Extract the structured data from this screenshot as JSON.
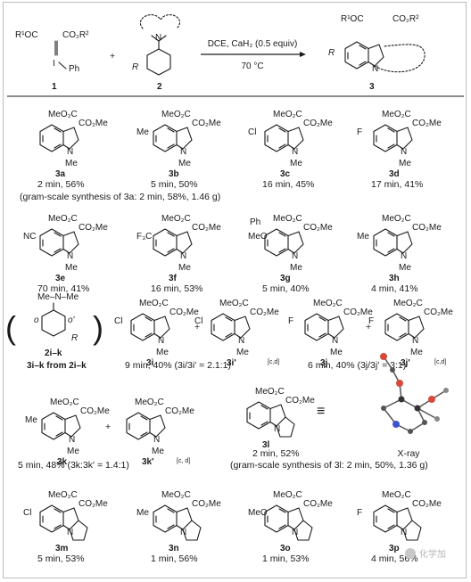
{
  "scheme": {
    "reagent1": {
      "top": "R¹OC",
      "top_right": "CO₂R²",
      "substituent": "Ph",
      "iodine": "I",
      "label": "1"
    },
    "plus": "+",
    "reagent2": {
      "atom": "N",
      "r": "R",
      "label": "2"
    },
    "conditions_top": "DCE, CaH₂ (0.5 equiv)",
    "conditions_bottom": "70 °C",
    "product": {
      "left": "R¹OC",
      "right": "CO₂R²",
      "r": "R",
      "atom": "N",
      "label": "3"
    }
  },
  "row1": [
    {
      "id": "3a",
      "caption": "2 min, 56%",
      "ester1": "MeO₂C",
      "ester2": "CO₂Me",
      "sub": ""
    },
    {
      "id": "3b",
      "caption": "5 min, 50%",
      "ester1": "MeO₂C",
      "ester2": "CO₂Me",
      "sub": "Me"
    },
    {
      "id": "3c",
      "caption": "16 min, 45%",
      "ester1": "MeO₂C",
      "ester2": "CO₂Me",
      "sub": "Cl"
    },
    {
      "id": "3d",
      "caption": "17 min, 41%",
      "ester1": "MeO₂C",
      "ester2": "CO₂Me",
      "sub": "F"
    }
  ],
  "gram_scale_3a": "(gram-scale synthesis of 3a: 2 min, 58%, 1.46 g)",
  "row2": [
    {
      "id": "3e",
      "caption": "70 min, 41%",
      "sub": "NC"
    },
    {
      "id": "3f",
      "caption": "16 min, 53%",
      "sub": "F₃C"
    },
    {
      "id": "3g",
      "caption": "5 min, 40%",
      "sub": "MeO",
      "extra": "Ph"
    },
    {
      "id": "3h",
      "caption": "4 min, 41%",
      "sub": "Me"
    }
  ],
  "row3": {
    "reagent": {
      "label": "2i–k",
      "note": "3i–k from 2i–k",
      "o": "o",
      "o_prime": "o'",
      "r": "R",
      "nme2": "Me–N–Me"
    },
    "i_pair": {
      "a": "3i",
      "b": "3i'",
      "caption": "9 min, 40% (3i/3i' = 2.1:1)",
      "refs": "[c,d]",
      "sub": "Cl",
      "sub_b": "Cl"
    },
    "j_pair": {
      "a": "3j",
      "b": "3j'",
      "caption": "6 min, 40% (3j/3j' = 3:1)",
      "refs": "[c,d]",
      "sub": "F",
      "sub_b": "F"
    }
  },
  "row4": {
    "k_pair": {
      "a": "3k",
      "b": "3k'",
      "caption": "5 min, 48% (3k:3k' = 1.4:1)",
      "refs": "[c, d]"
    },
    "l": {
      "id": "3l",
      "caption": "2 min, 52%"
    },
    "xray": "X-ray",
    "gram_scale_3l": "(gram-scale synthesis of 3l: 2 min, 50%, 1.36 g)"
  },
  "row5": [
    {
      "id": "3m",
      "caption": "5 min, 53%",
      "sub": "Cl"
    },
    {
      "id": "3n",
      "caption": "1 min, 56%",
      "sub": "Me"
    },
    {
      "id": "3o",
      "caption": "1 min, 53%",
      "sub": "MeO"
    },
    {
      "id": "3p",
      "caption": "4 min, 56%",
      "sub": "F"
    }
  ],
  "labels": {
    "mec": "MeO₂C",
    "co2me": "CO₂Me",
    "me": "Me",
    "n": "N",
    "equiv": "≡",
    "plus": "+"
  },
  "watermark": "化学加"
}
